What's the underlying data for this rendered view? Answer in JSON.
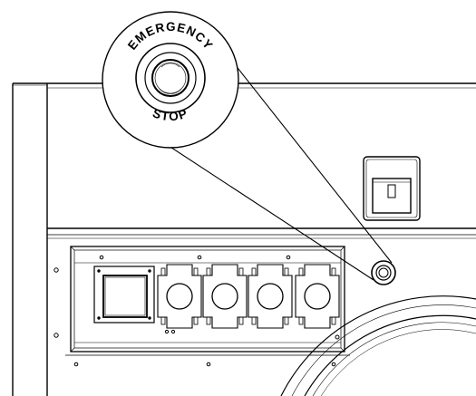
{
  "callout": {
    "top_text": "EMERGENCY",
    "bottom_text": "STOP"
  },
  "rocker_switch": {
    "symbol": "0"
  },
  "colors": {
    "line": "#000000",
    "fill": "#ffffff",
    "shade": "#d8d8d8"
  }
}
